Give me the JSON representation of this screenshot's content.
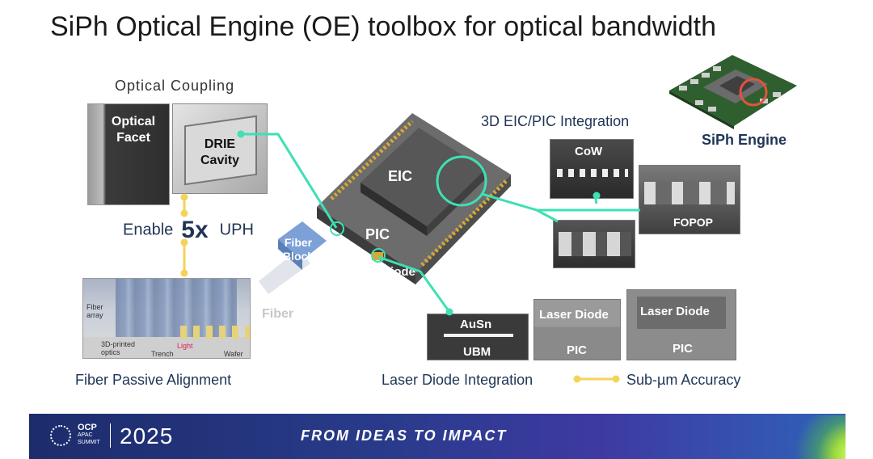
{
  "title": "SiPh Optical Engine (OE) toolbox for optical bandwidth",
  "sections": {
    "optical_coupling": "Optical Coupling",
    "eic_pic": "3D EIC/PIC Integration",
    "siph_engine": "SiPh Engine",
    "fiber_passive_alignment": "Fiber Passive Alignment",
    "laser_diode_integration": "Laser Diode Integration",
    "sub_um": "Sub-µm Accuracy"
  },
  "enable": {
    "pre": "Enable",
    "value": "5x",
    "post": "UPH"
  },
  "photos": {
    "optical_facet": "Optical Facet",
    "drie_cavity": "DRIE Cavity",
    "fiber_array": "Fiber array",
    "printed_optics": "3D-printed optics",
    "trench": "Trench",
    "light": "Light",
    "wafer": "Wafer",
    "cow": "CoW",
    "fopop": "FOPOP",
    "ausn": "AuSn",
    "ubm": "UBM",
    "laser_diode": "Laser Diode",
    "pic": "PIC"
  },
  "chip": {
    "eic": "EIC",
    "pic": "PIC",
    "laser_diode": "Laser Diode",
    "fiber_block": "Fiber Block",
    "fiber": "Fiber"
  },
  "footer": {
    "org": "OCP",
    "org_sub": "APAC SUMMIT",
    "year": "2025",
    "slogan": "FROM IDEAS TO IMPACT"
  },
  "colors": {
    "accent_line": "#3ee0b4",
    "arrow": "#f3d35a",
    "label_blue": "#1f3556",
    "highlight_circle": "#e0553a"
  }
}
